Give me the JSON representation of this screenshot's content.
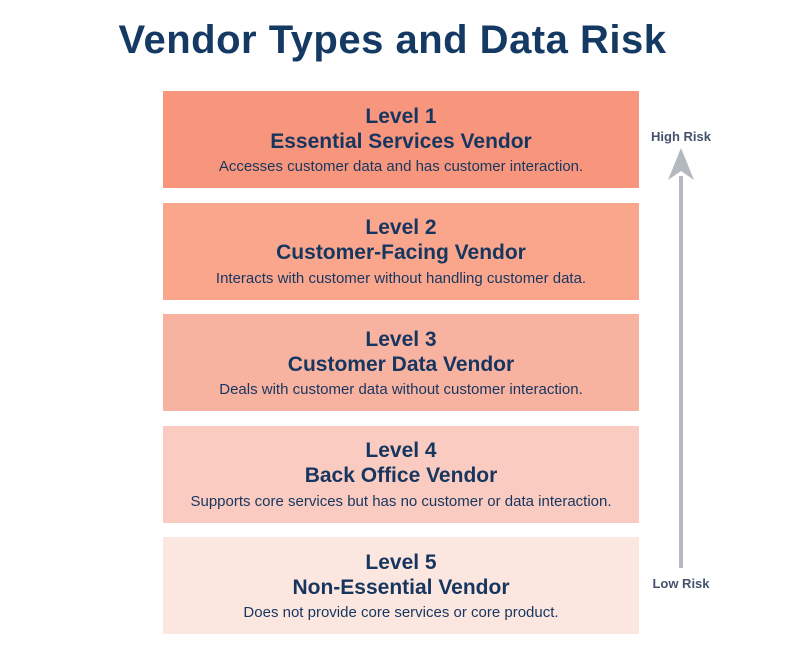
{
  "title": "Vendor Types and Data Risk",
  "title_color": "#143A64",
  "text_color": "#17365F",
  "background_color": "#FFFFFF",
  "levels": [
    {
      "level": "Level 1",
      "name": "Essential Services Vendor",
      "description": "Accesses customer data and has customer interaction.",
      "color": "#F8967D"
    },
    {
      "level": "Level 2",
      "name": "Customer-Facing Vendor",
      "description": "Interacts with customer without handling customer data.",
      "color": "#F9A68D"
    },
    {
      "level": "Level 3",
      "name": "Customer Data Vendor",
      "description": "Deals with customer data without customer interaction.",
      "color": "#F8B2A0"
    },
    {
      "level": "Level 4",
      "name": "Back Office Vendor",
      "description": "Supports core services but has no customer or data interaction.",
      "color": "#FACCC1"
    },
    {
      "level": "Level 5",
      "name": "Non-Essential Vendor",
      "description": "Does not provide core services or core product.",
      "color": "#FCE7E0"
    }
  ],
  "risk_axis": {
    "high_label": "High Risk",
    "low_label": "Low Risk",
    "arrow_color": "#B4B8BF",
    "label_color": "#44536B"
  }
}
